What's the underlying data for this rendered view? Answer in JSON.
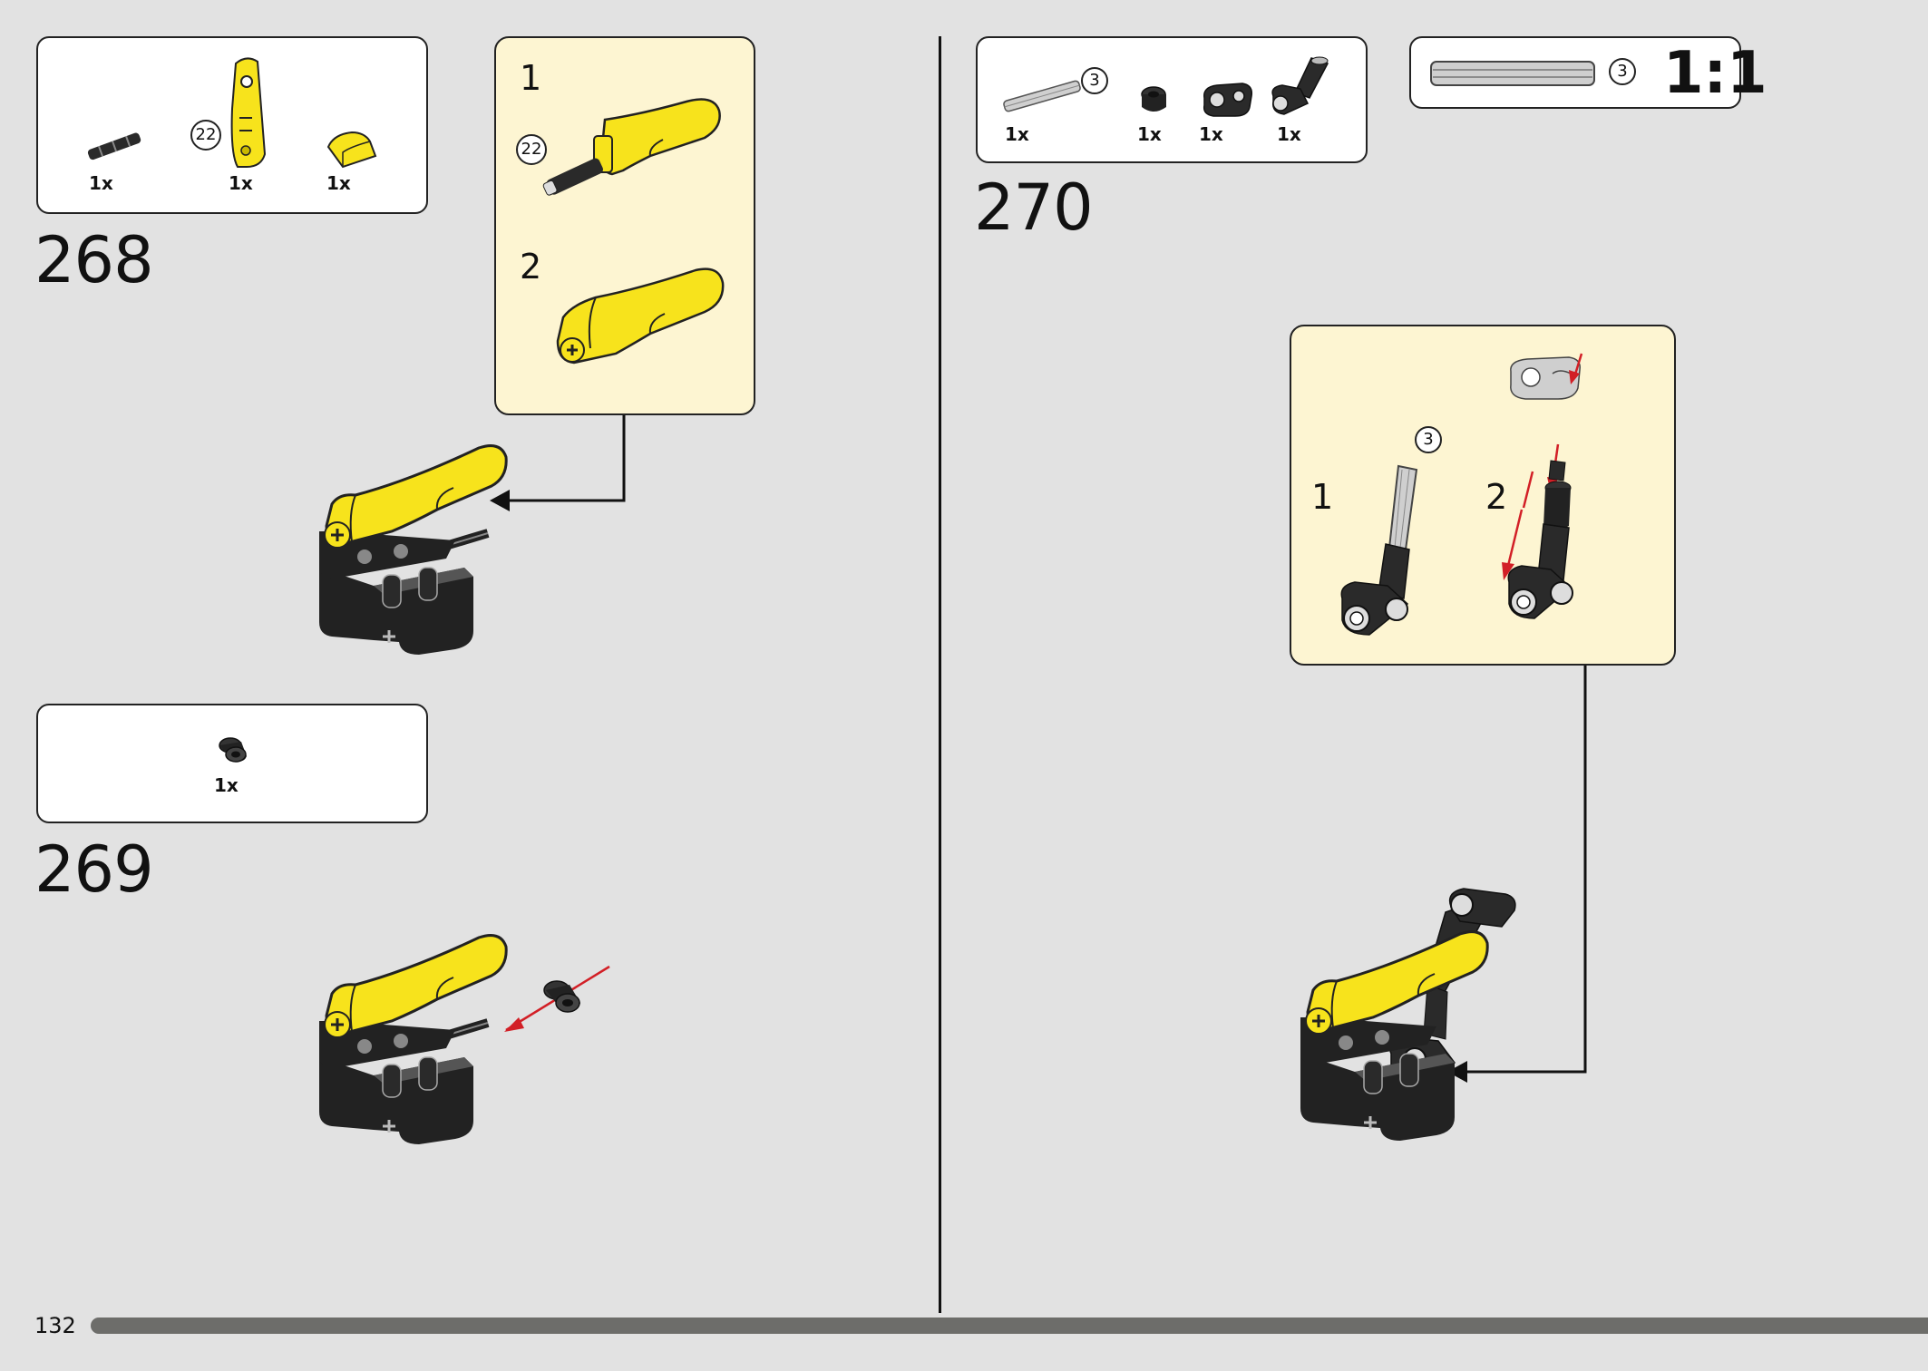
{
  "page": {
    "number": "132"
  },
  "steps": [
    {
      "number": "268",
      "parts": [
        {
          "name": "black-axle-connector",
          "qty": "1x"
        },
        {
          "name": "yellow-beam-panel",
          "qty": "1x",
          "callout": "22"
        },
        {
          "name": "yellow-curved-panel",
          "qty": "1x"
        }
      ],
      "substeps": [
        {
          "number": "1",
          "callout": "22"
        },
        {
          "number": "2"
        }
      ]
    },
    {
      "number": "269",
      "parts": [
        {
          "name": "black-bush",
          "qty": "1x"
        }
      ]
    },
    {
      "number": "270",
      "parts": [
        {
          "name": "grey-axle",
          "qty": "1x",
          "callout": "3"
        },
        {
          "name": "black-bush",
          "qty": "1x"
        },
        {
          "name": "black-cross-block",
          "qty": "1x"
        },
        {
          "name": "black-angle-connector",
          "qty": "1x"
        }
      ],
      "scale": {
        "callout": "3",
        "label": "1:1"
      },
      "substeps": [
        {
          "number": "1",
          "callout": "3"
        },
        {
          "number": "2"
        }
      ]
    }
  ],
  "colors": {
    "background": "#e2e2e2",
    "panel_cream": "#fdf5d2",
    "lego_yellow": "#f7e31c",
    "lego_black": "#222222",
    "arrow_red": "#d21f26",
    "progress_bar": "#6d6d6a"
  }
}
